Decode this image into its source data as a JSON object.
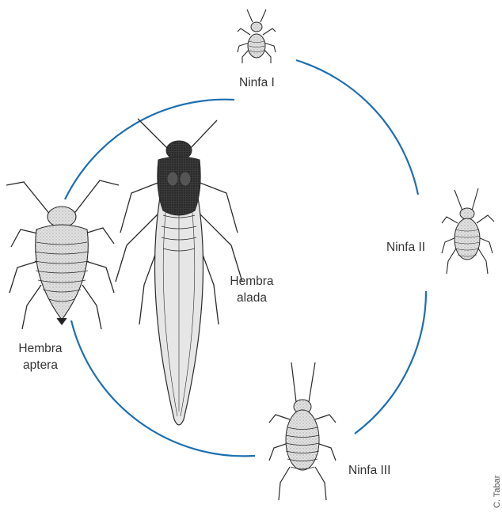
{
  "colors": {
    "cycle_line": "#1d6fb0",
    "insect_ink": "#2a2a2a",
    "insect_fill": "#d8d8d8",
    "insect_dark": "#1e1e1e",
    "wing_fill": "#e6e6e6",
    "label_text": "#333333"
  },
  "labels": {
    "ninfa_1": "Ninfa I",
    "ninfa_2": "Ninfa II",
    "ninfa_3": "Ninfa III",
    "hembra_aptera_line1": "Hembra",
    "hembra_aptera_line2": "aptera",
    "hembra_alada_line1": "Hembra",
    "hembra_alada_line2": "alada"
  },
  "credit": "C. Tabar"
}
